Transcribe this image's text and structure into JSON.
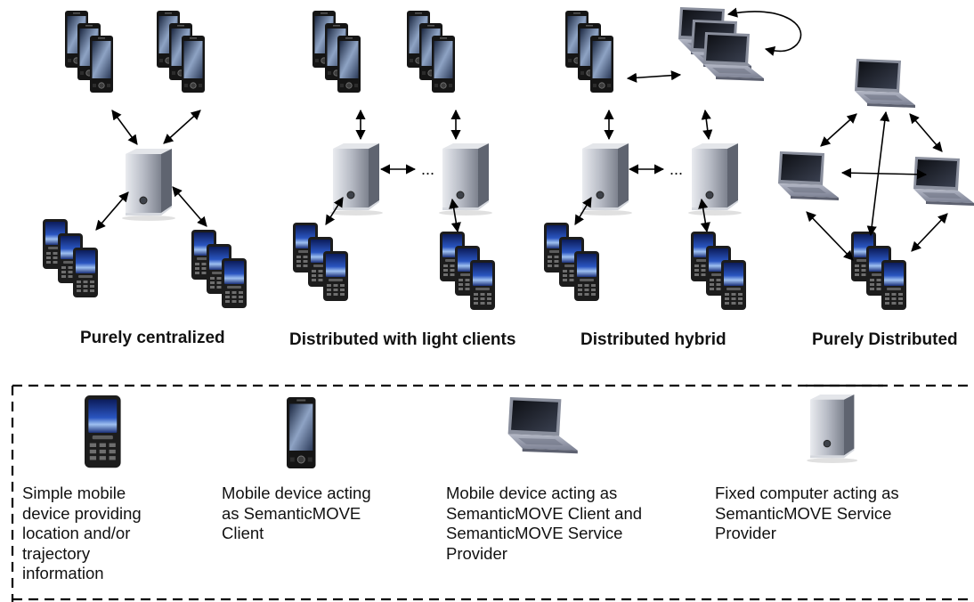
{
  "architectures": [
    {
      "id": "centralized",
      "label": "Purely centralized"
    },
    {
      "id": "light-clients",
      "label": "Distributed with light clients"
    },
    {
      "id": "hybrid",
      "label": "Distributed hybrid"
    },
    {
      "id": "distributed",
      "label": "Purely Distributed"
    }
  ],
  "ellipsis": "...",
  "legend": {
    "items": [
      {
        "icon": "simple-phone-icon",
        "text": "Simple mobile device providing location and/or trajectory information",
        "lines": [
          "Simple mobile",
          "device providing",
          "location and/or",
          "trajectory",
          "information"
        ]
      },
      {
        "icon": "smartphone-icon",
        "text": "Mobile device acting as SemanticMOVE Client",
        "lines": [
          "Mobile device acting",
          "as SemanticMOVE",
          "Client"
        ]
      },
      {
        "icon": "laptop-icon",
        "text": "Mobile device acting as SemanticMOVE Client and SemanticMOVE Service Provider",
        "lines": [
          "Mobile device acting as",
          "SemanticMOVE Client and",
          "SemanticMOVE Service",
          "Provider"
        ]
      },
      {
        "icon": "server-icon",
        "text": "Fixed computer acting as SemanticMOVE Service Provider",
        "lines": [
          "Fixed computer acting as",
          "SemanticMOVE Service",
          "Provider"
        ]
      }
    ]
  },
  "colors": {
    "screen_blue": "#1f3d8f",
    "device_dark": "#1c1c1c",
    "server_grey": "#c9ccd2",
    "arrow": "#000000"
  }
}
